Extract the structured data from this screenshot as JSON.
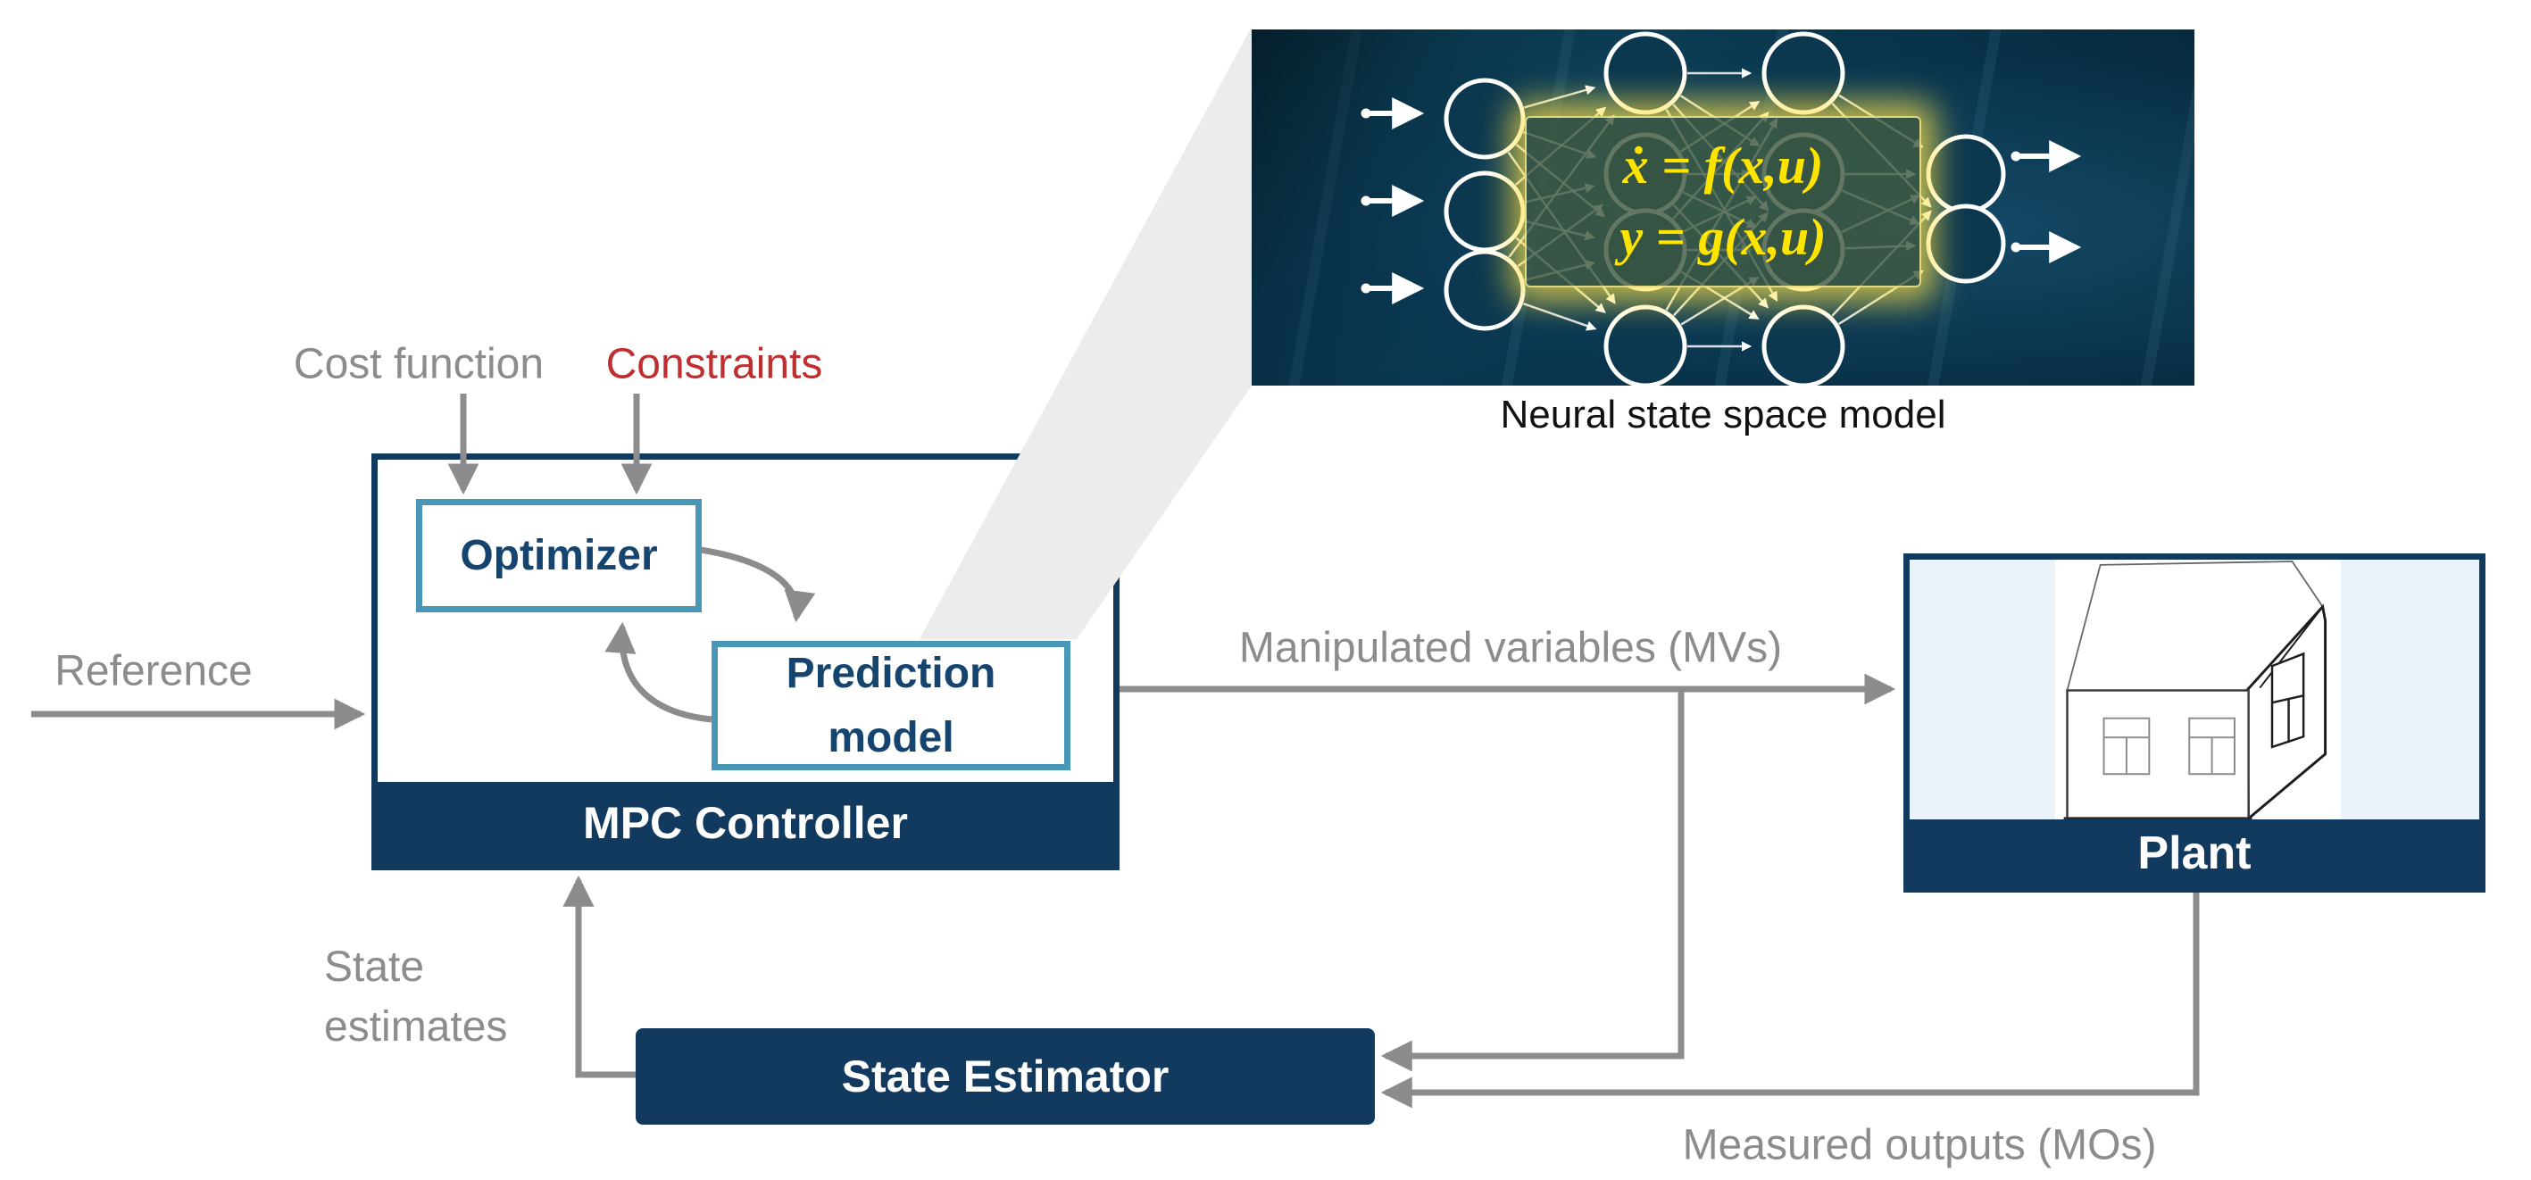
{
  "mpc": {
    "label": "MPC Controller",
    "optimizer_label": "Optimizer",
    "prediction_label": "Prediction model"
  },
  "plant": {
    "label": "Plant"
  },
  "state_estimator": {
    "label": "State Estimator"
  },
  "labels": {
    "cost_function": "Cost function",
    "constraints": "Constraints",
    "reference": "Reference",
    "manipulated_variables": "Manipulated variables (MVs)",
    "measured_outputs": "Measured outputs (MOs)",
    "state_estimates": "State estimates"
  },
  "neural_model": {
    "caption": "Neural state space model",
    "equation_1": "ẋ = f(x,u)",
    "equation_2": "y = g(x,u)"
  },
  "colors": {
    "navy": "#123a5e",
    "teal": "#4997b7",
    "navytext": "#15446f",
    "gray": "#8c8c8c",
    "red": "#bf2f2f",
    "yellow": "#ffe400",
    "beam": "#ececec",
    "panel": "#e9f3f9",
    "imgbg": "#0a3a55"
  }
}
